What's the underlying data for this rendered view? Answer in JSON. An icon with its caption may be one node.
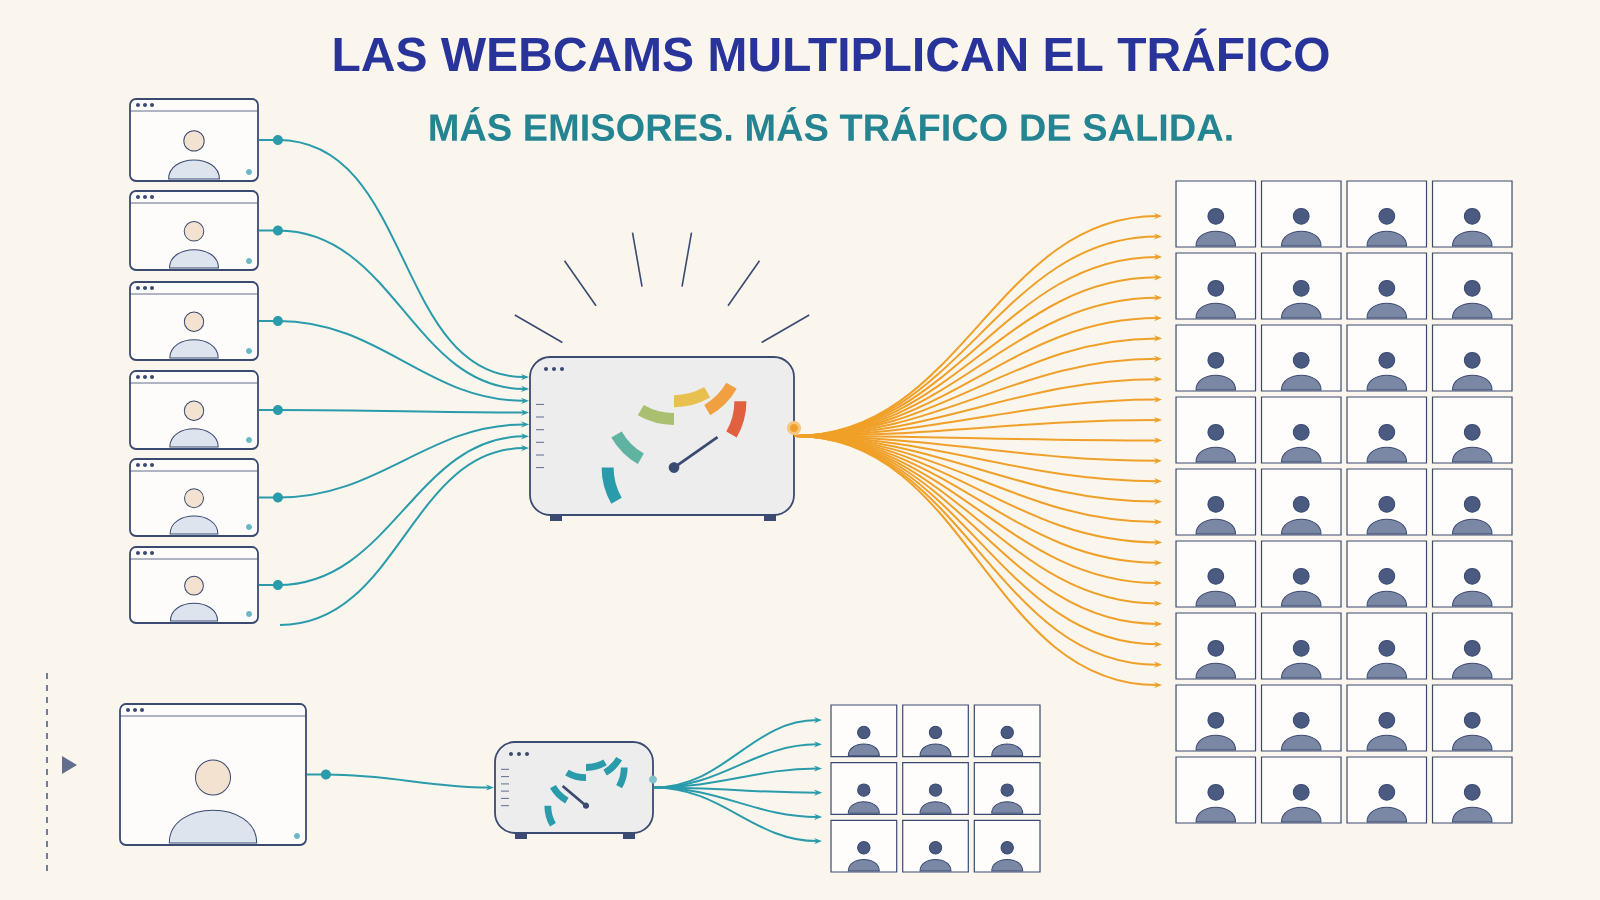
{
  "diagram": {
    "title": "LAS WEBCAMS MULTIPLICAN EL TRÁFICO",
    "nodes": [
      {
        "text": [],
        "shape": "picture"
      },
      {
        "text": [],
        "shape": "picture"
      },
      {
        "text": [],
        "shape": "picture"
      },
      {
        "text": [],
        "shape": "picture"
      },
      {
        "text": [],
        "shape": "picture"
      },
      {
        "text": [],
        "shape": "picture"
      },
      {
        "text": [],
        "shape": "picture"
      },
      {
        "text": [],
        "shape": "picture"
      },
      {
        "text": [],
        "shape": "picture"
      },
      {
        "text": [],
        "shape": "picture"
      },
      {
        "text": [],
        "shape": "picture"
      }
    ],
    "edges": [
      {
        "from": 0,
        "to": 6,
        "arrow": "to",
        "color": "#2a9bab"
      },
      {
        "from": 1,
        "to": 6,
        "arrow": "to",
        "color": "#2a9bab"
      },
      {
        "from": 2,
        "to": 6,
        "arrow": "to",
        "color": "#2a9bab"
      },
      {
        "from": 3,
        "to": 6,
        "arrow": "to",
        "color": "#2a9bab"
      },
      {
        "from": 4,
        "to": 6,
        "arrow": "to",
        "color": "#2a9bab"
      },
      {
        "from": 5,
        "to": 6,
        "arrow": "to",
        "color": "#2a9bab"
      },
      {
        "from": null,
        "to": 6,
        "arrow": "to",
        "color": "#2a9bab"
      },
      {
        "from": 6,
        "to": 7,
        "arrow": "to",
        "color": "#f0a028"
      },
      {
        "from": 6,
        "to": 7,
        "arrow": "to",
        "color": "#f0a028"
      },
      {
        "from": 6,
        "to": 7,
        "arrow": "to",
        "color": "#f0a028"
      },
      {
        "from": 6,
        "to": 7,
        "arrow": "to",
        "color": "#f0a028"
      },
      {
        "from": 6,
        "to": 7,
        "arrow": "to",
        "color": "#f0a028"
      },
      {
        "from": 6,
        "to": 7,
        "arrow": "to",
        "color": "#f0a028"
      },
      {
        "from": 6,
        "to": 7,
        "arrow": "to",
        "color": "#f0a028"
      },
      {
        "from": 6,
        "to": 7,
        "arrow": "to",
        "color": "#f0a028"
      },
      {
        "from": 6,
        "to": 7,
        "arrow": "to",
        "color": "#f0a028"
      },
      {
        "from": 6,
        "to": 7,
        "arrow": "to",
        "color": "#f0a028"
      },
      {
        "from": 6,
        "to": 7,
        "arrow": "to",
        "color": "#f0a028"
      },
      {
        "from": 6,
        "to": 7,
        "arrow": "to",
        "color": "#f0a028"
      },
      {
        "from": 6,
        "to": 7,
        "arrow": "to",
        "color": "#f0a028"
      },
      {
        "from": 6,
        "to": 7,
        "arrow": "to",
        "color": "#f0a028"
      },
      {
        "from": 6,
        "to": 7,
        "arrow": "to",
        "color": "#f0a028"
      },
      {
        "from": 6,
        "to": 7,
        "arrow": "to",
        "color": "#f0a028"
      },
      {
        "from": 6,
        "to": 7,
        "arrow": "to",
        "color": "#f0a028"
      },
      {
        "from": 6,
        "to": 7,
        "arrow": "to",
        "color": "#f0a028"
      },
      {
        "from": 6,
        "to": 7,
        "arrow": "to",
        "color": "#f0a028"
      },
      {
        "from": 6,
        "to": 7,
        "arrow": "to",
        "color": "#f0a028"
      },
      {
        "from": 6,
        "to": 7,
        "arrow": "to",
        "color": "#f0a028"
      },
      {
        "from": 6,
        "to": 7,
        "arrow": "to",
        "color": "#f0a028"
      },
      {
        "from": 6,
        "to": 7,
        "arrow": "to",
        "color": "#f0a028"
      },
      {
        "from": 6,
        "to": 7,
        "arrow": "to",
        "color": "#f0a028"
      },
      {
        "from": 8,
        "to": 9,
        "arrow": "to",
        "color": "#2a9bab"
      },
      {
        "from": 9,
        "to": 10,
        "arrow": "to",
        "color": "#2a9bab"
      },
      {
        "from": 9,
        "to": 10,
        "arrow": "to",
        "color": "#2a9bab"
      },
      {
        "from": 9,
        "to": 10,
        "arrow": "to",
        "color": "#2a9bab"
      },
      {
        "from": 9,
        "to": 10,
        "arrow": "to",
        "color": "#2a9bab"
      },
      {
        "from": 9,
        "to": 10,
        "arrow": "to",
        "color": "#2a9bab"
      },
      {
        "from": 9,
        "to": 10,
        "arrow": "to",
        "color": "#2a9bab"
      }
    ],
    "labels": [
      "MÁS EMISORES. MÁS TRÁFICO DE SALIDA."
    ]
  }
}
